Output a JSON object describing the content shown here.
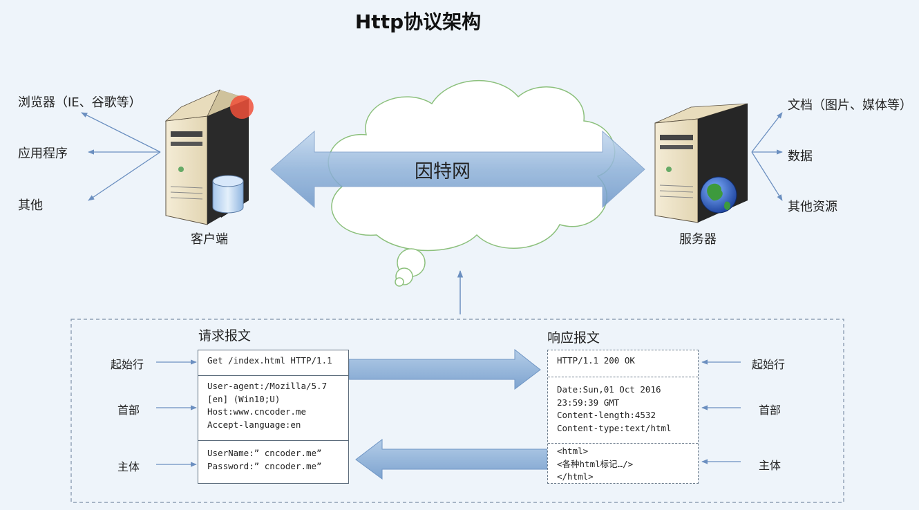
{
  "title": "Http协议架构",
  "client": {
    "label": "客户端",
    "apps": [
      "浏览器（IE、谷歌等）",
      "应用程序",
      "其他"
    ]
  },
  "server": {
    "label": "服务器",
    "resources": [
      "文档（图片、媒体等）",
      "数据",
      "其他资源"
    ]
  },
  "network_label": "因特网",
  "request": {
    "title": "请求报文",
    "start_line": "Get /index.html HTTP/1.1",
    "headers": [
      "User-agent:/Mozilla/5.7",
      "[en] (Win10;U)",
      "Host:www.cncoder.me",
      "Accept-language:en"
    ],
    "body": [
      "UserName:” cncoder.me”",
      "Password:” cncoder.me”"
    ]
  },
  "response": {
    "title": "响应报文",
    "start_line": "HTTP/1.1 200 OK",
    "headers": [
      "Date:Sun,01 Oct 2016",
      "23:59:39 GMT",
      "Content-length:4532",
      "Content-type:text/html"
    ],
    "body": [
      "<html>",
      "<各种html标记…/>",
      "</html>"
    ]
  },
  "parts": {
    "start_line": "起始行",
    "header": "首部",
    "body": "主体"
  }
}
